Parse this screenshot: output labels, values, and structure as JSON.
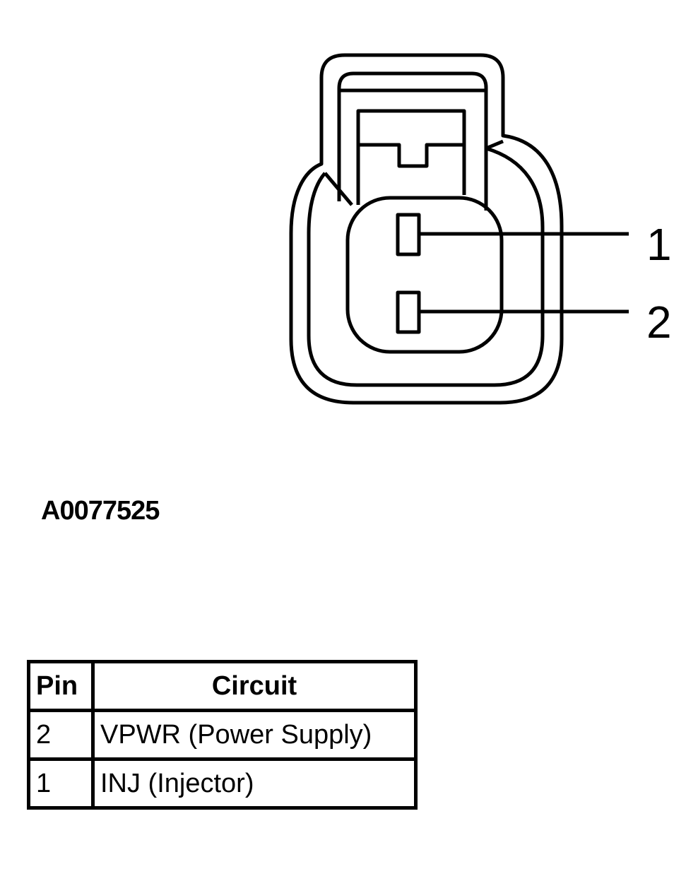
{
  "connector": {
    "pins": [
      {
        "label": "1"
      },
      {
        "label": "2"
      }
    ]
  },
  "figure_id": "A0077525",
  "table": {
    "headers": {
      "pin": "Pin",
      "circuit": "Circuit"
    },
    "rows": [
      {
        "pin": "2",
        "circuit": "VPWR (Power Supply)"
      },
      {
        "pin": "1",
        "circuit": "INJ (Injector)"
      }
    ]
  },
  "colors": {
    "line": "#000000",
    "background": "#ffffff"
  }
}
